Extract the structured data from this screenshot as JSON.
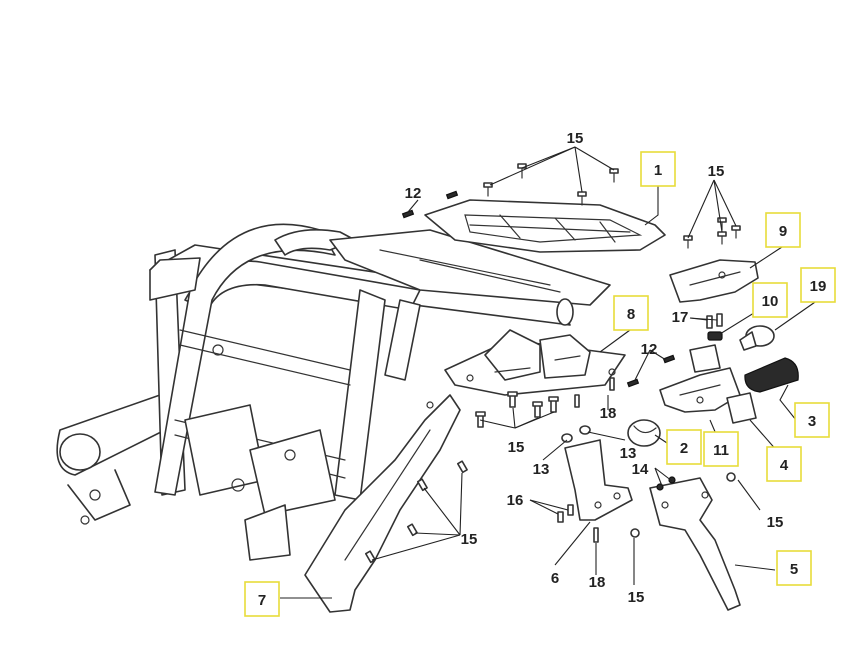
{
  "callouts": {
    "c1": "1",
    "c2": "2",
    "c3": "3",
    "c4": "4",
    "c5": "5",
    "c6": "6",
    "c7": "7",
    "c8": "8",
    "c9": "9",
    "c10": "10",
    "c11": "11",
    "c12a": "12",
    "c12b": "12",
    "c13a": "13",
    "c13b": "13",
    "c14": "14",
    "c15a": "15",
    "c15b": "15",
    "c15c": "15",
    "c15d": "15",
    "c15e": "15",
    "c15f": "15",
    "c16": "16",
    "c17": "17",
    "c18a": "18",
    "c18b": "18",
    "c19": "19"
  },
  "colors": {
    "highlight_box_border": "#e8dc3a",
    "line": "#333333"
  }
}
